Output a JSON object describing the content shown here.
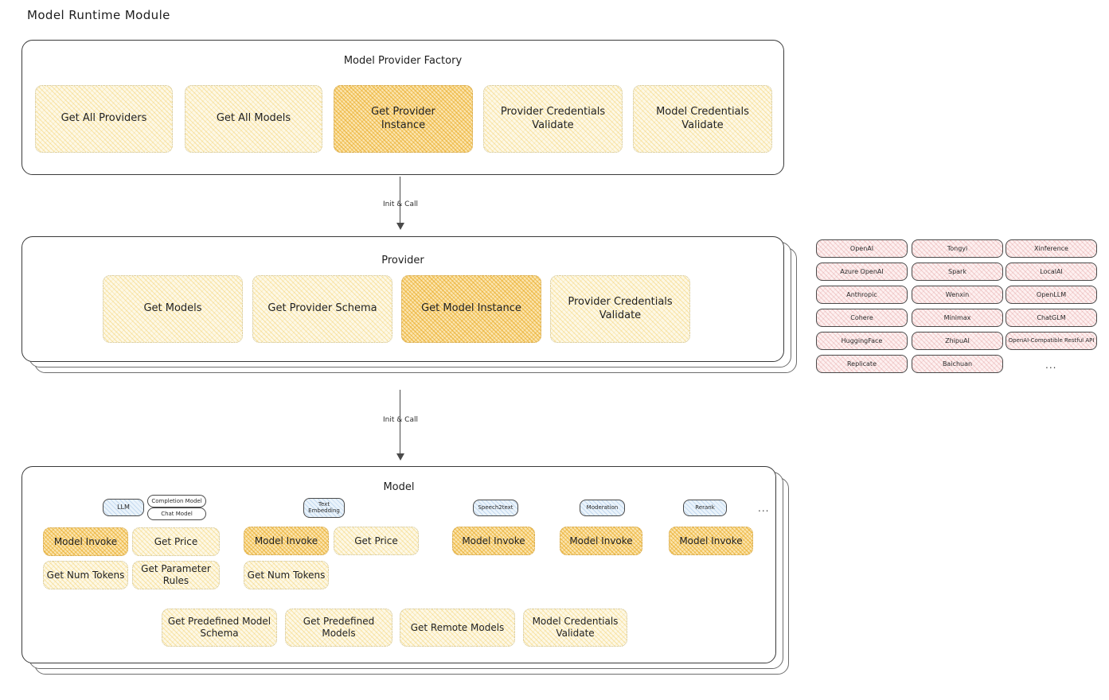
{
  "page_title": "Model Runtime Module",
  "sections": {
    "factory": {
      "title": "Model Provider Factory",
      "items": [
        {
          "label": "Get All Providers",
          "emphasis": "light"
        },
        {
          "label": "Get All Models",
          "emphasis": "light"
        },
        {
          "label": "Get Provider\nInstance",
          "emphasis": "strong"
        },
        {
          "label": "Provider Credentials\nValidate",
          "emphasis": "light"
        },
        {
          "label": "Model Credentials\nValidate",
          "emphasis": "light"
        }
      ]
    },
    "provider": {
      "title": "Provider",
      "items": [
        {
          "label": "Get Models",
          "emphasis": "light"
        },
        {
          "label": "Get Provider Schema",
          "emphasis": "light"
        },
        {
          "label": "Get Model Instance",
          "emphasis": "strong"
        },
        {
          "label": "Provider Credentials\nValidate",
          "emphasis": "light"
        }
      ]
    },
    "model": {
      "title": "Model",
      "categories": [
        {
          "badge": "LLM",
          "sub_badges": [
            "Completion Model",
            "Chat Model"
          ],
          "functions": [
            {
              "label": "Model Invoke",
              "emphasis": "strong"
            },
            {
              "label": "Get Price",
              "emphasis": "light"
            },
            {
              "label": "Get Num Tokens",
              "emphasis": "light"
            },
            {
              "label": "Get Parameter\nRules",
              "emphasis": "light"
            }
          ]
        },
        {
          "badge": "Text\nEmbedding",
          "sub_badges": [],
          "functions": [
            {
              "label": "Model Invoke",
              "emphasis": "strong"
            },
            {
              "label": "Get Price",
              "emphasis": "light"
            },
            {
              "label": "Get Num Tokens",
              "emphasis": "light"
            }
          ]
        },
        {
          "badge": "Speech2text",
          "sub_badges": [],
          "functions": [
            {
              "label": "Model Invoke",
              "emphasis": "strong"
            }
          ]
        },
        {
          "badge": "Moderation",
          "sub_badges": [],
          "functions": [
            {
              "label": "Model Invoke",
              "emphasis": "strong"
            }
          ]
        },
        {
          "badge": "Rerank",
          "sub_badges": [],
          "functions": [
            {
              "label": "Model Invoke",
              "emphasis": "strong"
            }
          ]
        }
      ],
      "more_indicator": "...",
      "shared_functions": [
        {
          "label": "Get Predefined Model\nSchema",
          "emphasis": "light"
        },
        {
          "label": "Get Predefined\nModels",
          "emphasis": "light"
        },
        {
          "label": "Get Remote Models",
          "emphasis": "light"
        },
        {
          "label": "Model Credentials\nValidate",
          "emphasis": "light"
        }
      ]
    }
  },
  "arrows": [
    {
      "label": "Init & Call"
    },
    {
      "label": "Init & Call"
    }
  ],
  "provider_list": {
    "columns": [
      [
        "OpenAI",
        "Azure OpenAI",
        "Anthropic",
        "Cohere",
        "HuggingFace",
        "Replicate"
      ],
      [
        "Tongyi",
        "Spark",
        "Wenxin",
        "Minimax",
        "ZhipuAI",
        "Baichuan"
      ],
      [
        "Xinference",
        "LocalAI",
        "OpenLLM",
        "ChatGLM",
        "OpenAI-Compatible Restful API"
      ]
    ],
    "more_indicator": "..."
  },
  "colors": {
    "accent_strong": "#f0c446",
    "accent_light": "#fdf8e6",
    "provider_rose": "#fdf0f0",
    "badge_blue": "#eaf3fb",
    "stroke": "#3a3a3a"
  }
}
